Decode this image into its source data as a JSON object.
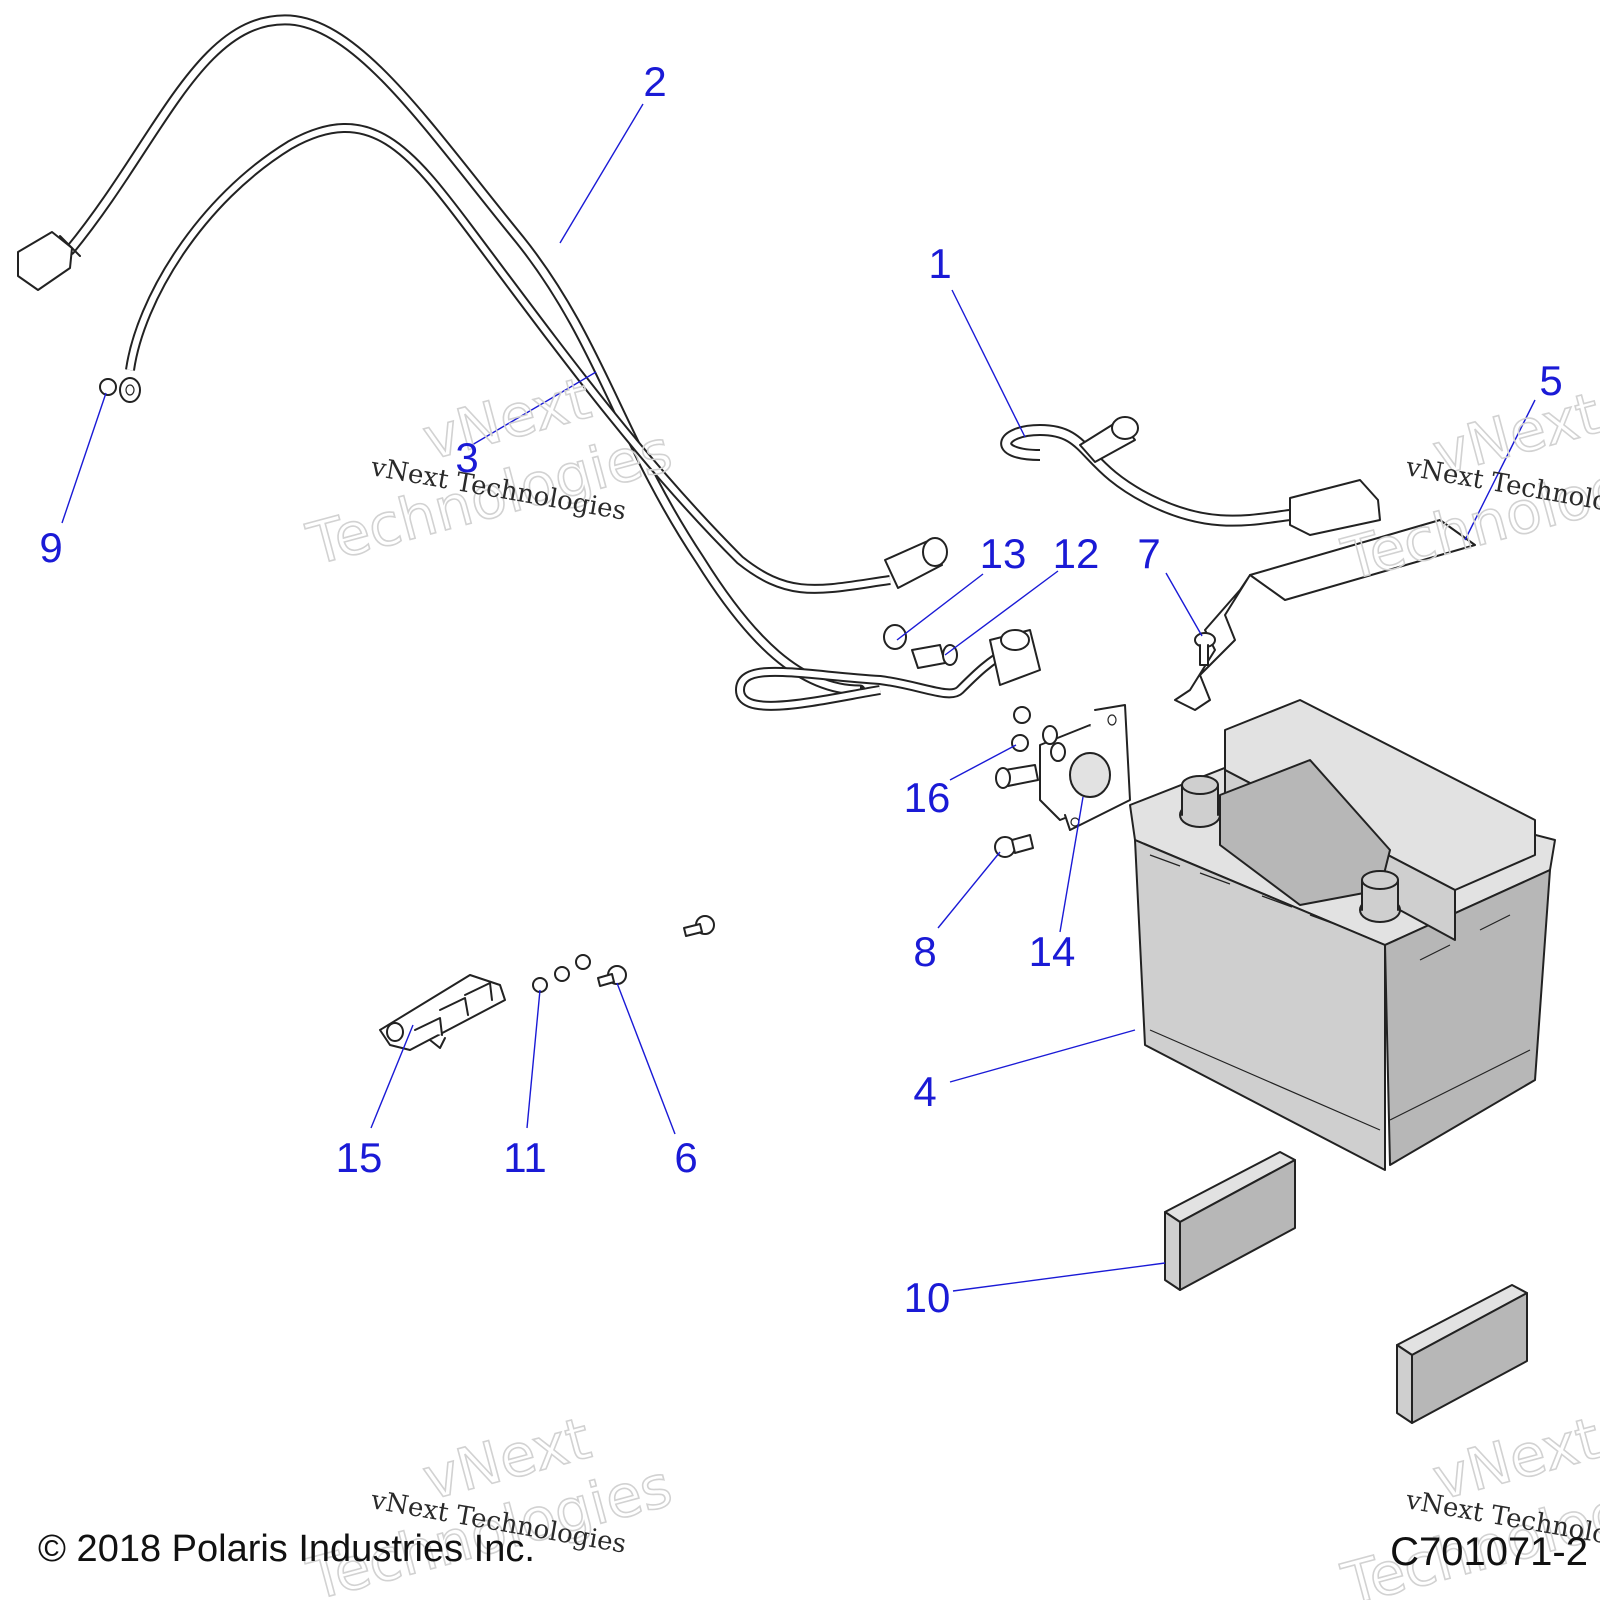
{
  "callouts": {
    "c1": "1",
    "c2": "2",
    "c3": "3",
    "c4": "4",
    "c5": "5",
    "c6": "6",
    "c7": "7",
    "c8": "8",
    "c9": "9",
    "c10": "10",
    "c11": "11",
    "c12": "12",
    "c13": "13",
    "c14": "14",
    "c15": "15",
    "c16": "16"
  },
  "watermark": {
    "line": "vNext Technologies",
    "word1": "vNext",
    "word2": "Technologies"
  },
  "footer": {
    "copyright": "© 2018 Polaris Industries Inc.",
    "drawing_id": "C701071-2"
  },
  "colors": {
    "callout": "#1a1ad6",
    "part_fill": "#cfcfcf"
  }
}
